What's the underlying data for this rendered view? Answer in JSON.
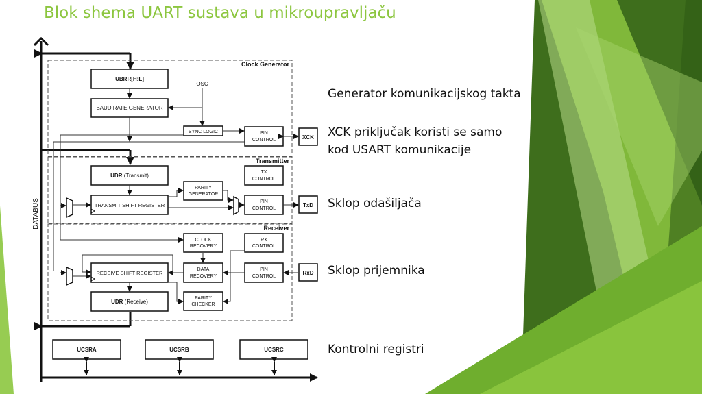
{
  "slide": {
    "title": "Blok shema UART sustava u mikroupravljaču",
    "colors": {
      "title": "#8cc63f",
      "accent_green": "#8cc63f",
      "dark_green": "#3e6e1c"
    }
  },
  "annotations": {
    "clock": "Generator komunikacijskog takta",
    "xck_line1": "XCK priključak koristi se samo",
    "xck_line2": "kod USART komunikacije",
    "transmitter": "Sklop odašiljača",
    "receiver": "Sklop prijemnika",
    "control": "Kontrolni registri"
  },
  "diagram": {
    "databus": "DATABUS",
    "sections": {
      "clock_generator": "Clock Generator",
      "transmitter": "Transmitter",
      "receiver": "Receiver"
    },
    "blocks": {
      "ubrr": "UBRR[H:L]",
      "baud": "BAUD RATE GENERATOR",
      "osc": "OSC",
      "sync": "SYNC LOGIC",
      "pin_ctrl_line1": "PIN",
      "pin_ctrl_line2": "CONTROL",
      "xck": "XCK",
      "udr_t_bold": "UDR",
      "udr_t_rest": " (Transmit)",
      "parity_gen_line1": "PARITY",
      "parity_gen_line2": "GENERATOR",
      "tx_ctrl_line1": "TX",
      "tx_ctrl_line2": "CONTROL",
      "tsr": "TRANSMIT SHIFT REGISTER",
      "txd": "TxD",
      "clock_rec_line1": "CLOCK",
      "clock_rec_line2": "RECOVERY",
      "rx_ctrl_line1": "RX",
      "rx_ctrl_line2": "CONTROL",
      "rsr": "RECEIVE SHIFT REGISTER",
      "data_rec_line1": "DATA",
      "data_rec_line2": "RECOVERY",
      "rxd": "RxD",
      "udr_r_bold": "UDR",
      "udr_r_rest": " (Receive)",
      "parity_chk_line1": "PARITY",
      "parity_chk_line2": "CHECKER",
      "ucsra": "UCSRA",
      "ucsrb": "UCSRB",
      "ucsrc": "UCSRC"
    }
  }
}
